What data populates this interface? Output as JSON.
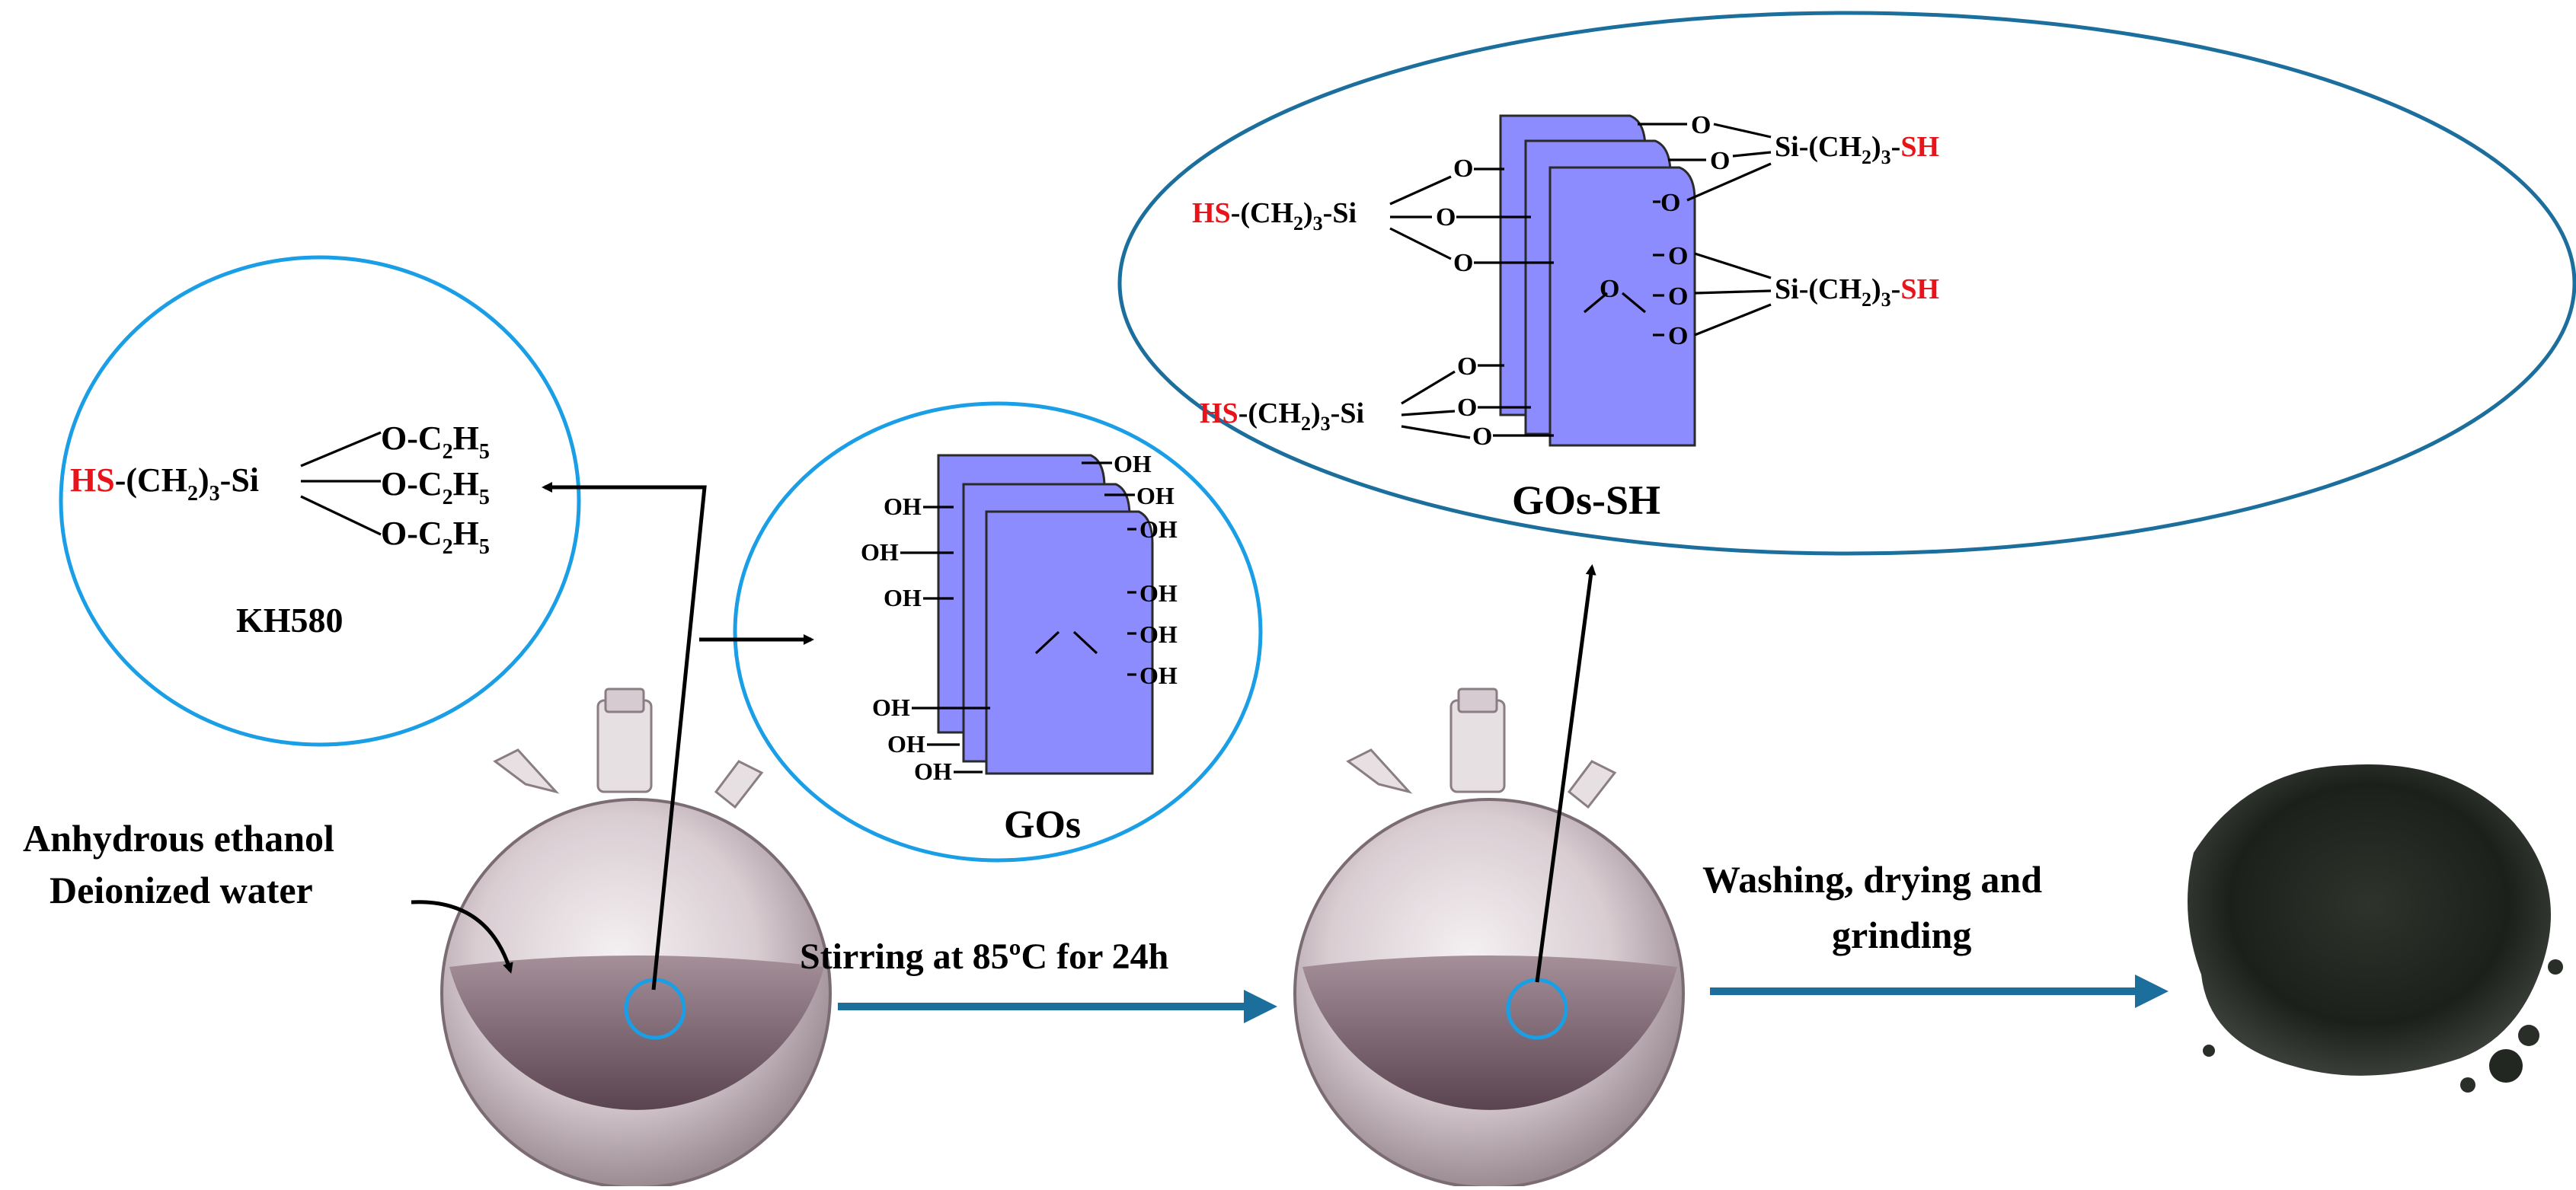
{
  "kh580": {
    "hs": "HS",
    "chain": "-(CH",
    "chain_sub": "2",
    "chain_end": ")",
    "chain_sub3": "3",
    "si": "-Si",
    "ethoxy": "O-C",
    "ethoxy_sub2": "2",
    "ethoxy_h": "H",
    "ethoxy_sub5": "5",
    "label": "KH580"
  },
  "gos": {
    "oh": "OH",
    "label": "GOs"
  },
  "gos_sh": {
    "o": "O",
    "hs": "HS",
    "sh": "SH",
    "si_left": "-(CH",
    "si_right": "Si-(CH",
    "sub2": "2",
    "sub3": "3",
    "close_si": ")",
    "close_dash": ")",
    "label": "GOs-SH"
  },
  "labels": {
    "solvent_line1": "Anhydrous ethanol",
    "solvent_line2": "Deionized water",
    "stirring": "Stirring at 85ºC for 24h",
    "washing_line1": "Washing, drying and",
    "washing_line2": "grinding"
  },
  "colors": {
    "accent_red": "#e8141a",
    "sheet_fill": "#8c8cff",
    "circle_blue": "#1a9ee6",
    "arrow_blue": "#1c6f9c",
    "flask_liquid": "#6e5560"
  }
}
